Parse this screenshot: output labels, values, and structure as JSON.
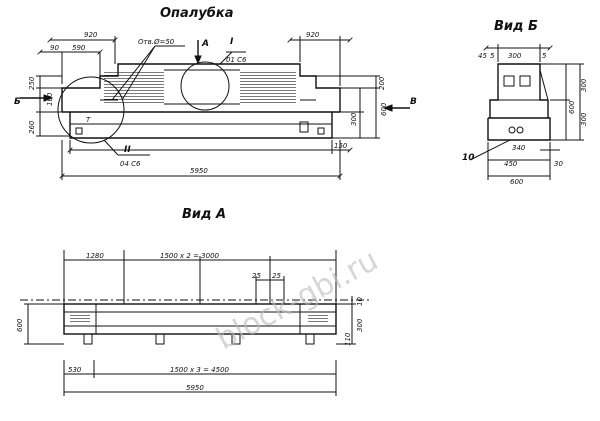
{
  "titles": {
    "formwork": "Опалубка",
    "view_b": "Вид Б",
    "view_a": "Вид А"
  },
  "labels": {
    "arrow_b": "Б",
    "arrow_v": "В",
    "arrow_a": "А",
    "hole_note": "Отв.Ø=50",
    "node1_roman": "I",
    "node1_ref": "01 С6",
    "node2_roman": "II",
    "node2_ref": "04 С6",
    "mark_t": "T",
    "view_b_ten": "10"
  },
  "dims_formwork": {
    "d920_left": "920",
    "d920_right": "920",
    "d90": "90",
    "d590": "590",
    "d250": "250",
    "d260": "260",
    "d100": "100",
    "d200": "200",
    "d300": "300",
    "d600": "600",
    "d150": "150",
    "d5950": "5950"
  },
  "dims_view_b": {
    "d45": "45",
    "d5a": "5",
    "d300": "300",
    "d5b": "5",
    "d300b": "300",
    "d300c": "300",
    "d600v": "600",
    "d340": "340",
    "d450": "450",
    "d30": "30",
    "d600": "600"
  },
  "dims_view_a": {
    "d1280": "1280",
    "d1500x2": "1500 x 2 = 3000",
    "d25a": "25",
    "d25b": "25",
    "d530": "530",
    "d1500x3": "1500 x 3 = 4500",
    "d5950": "5950",
    "d600": "600",
    "d10": "10",
    "d300": "300",
    "d110": "110"
  },
  "watermark": "block-gbi.ru"
}
